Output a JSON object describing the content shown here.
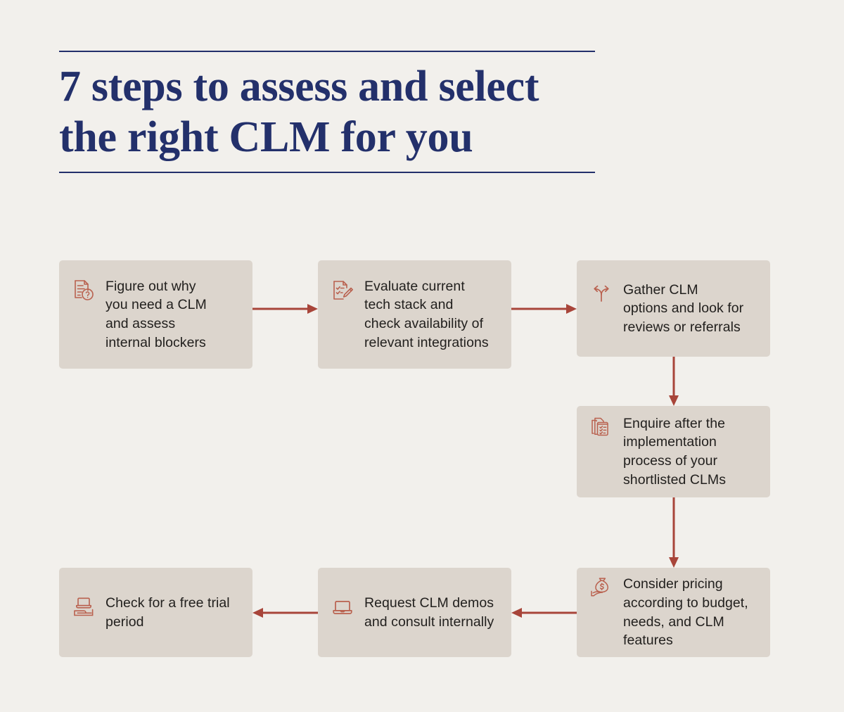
{
  "header": {
    "title": "7 steps to assess and select\nthe right CLM for you",
    "rule_color": "#23306b"
  },
  "theme": {
    "background": "#f2f0ec",
    "node_fill": "#dcd5cd",
    "accent": "#a8453a",
    "icon_color": "#b9614f",
    "text": "#22201e",
    "navy": "#23306b"
  },
  "flow": {
    "nodes": [
      {
        "id": 1,
        "icon": "document-question-icon",
        "label": "Figure out why\nyou need a CLM\nand assess\ninternal blockers"
      },
      {
        "id": 2,
        "icon": "document-checklist-pencil-icon",
        "label": "Evaluate current\ntech stack and\ncheck availability of\nrelevant integrations"
      },
      {
        "id": 3,
        "icon": "branching-arrows-icon",
        "label": "Gather CLM\noptions and look for\nreviews or referrals"
      },
      {
        "id": 4,
        "icon": "stacked-documents-checklist-icon",
        "label": "Enquire after the\nimplementation\nprocess of your\nshortlisted CLMs"
      },
      {
        "id": 5,
        "icon": "hand-money-bag-icon",
        "label": "Consider pricing\naccording to budget,\nneeds, and CLM\nfeatures"
      },
      {
        "id": 6,
        "icon": "laptop-icon",
        "label": "Request CLM demos\nand consult internally"
      },
      {
        "id": 7,
        "icon": "laptop-hand-icon",
        "label": "Check for a free trial\nperiod"
      }
    ],
    "connectors": [
      {
        "name": "arrow-node1-to-node2",
        "direction": "right"
      },
      {
        "name": "arrow-node2-to-node3",
        "direction": "right"
      },
      {
        "name": "arrow-node3-to-node4",
        "direction": "down"
      },
      {
        "name": "arrow-node4-to-node5",
        "direction": "down"
      },
      {
        "name": "arrow-node5-to-node6",
        "direction": "left"
      },
      {
        "name": "arrow-node6-to-node7",
        "direction": "left"
      }
    ]
  }
}
